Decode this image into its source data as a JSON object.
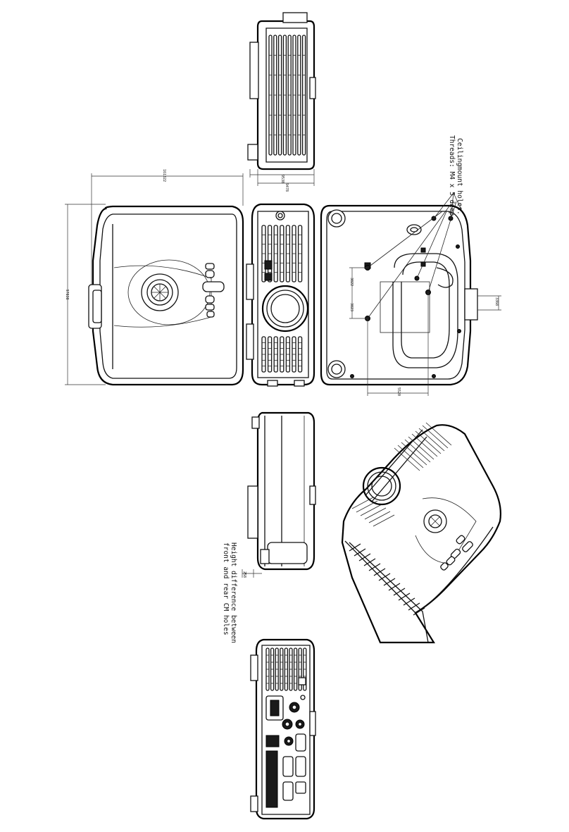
{
  "annotations": {
    "ceiling_mount_line1": "Ceilingmount holes.",
    "ceiling_mount_line2": "Threads: M4 x 5 deep",
    "height_diff_line1": "Height difference between",
    "height_diff_line2": "front and rear CM holes"
  },
  "dimensions": {
    "top_total_width": "161322",
    "top_total_depth": "97838",
    "rear_width_a": "9538",
    "rear_width_b": "9478",
    "bottom_side_offset": "3368",
    "bottom_hole_a": "3822",
    "bottom_hole_b": "3823",
    "bottom_hole_span": "5520",
    "height_diff": "258"
  },
  "views": {
    "rear": "rear-view",
    "top": "top-view",
    "front": "front-view",
    "bottom": "bottom-view",
    "side": "side-view",
    "iso": "isometric-view",
    "io": "io-panel-view"
  }
}
